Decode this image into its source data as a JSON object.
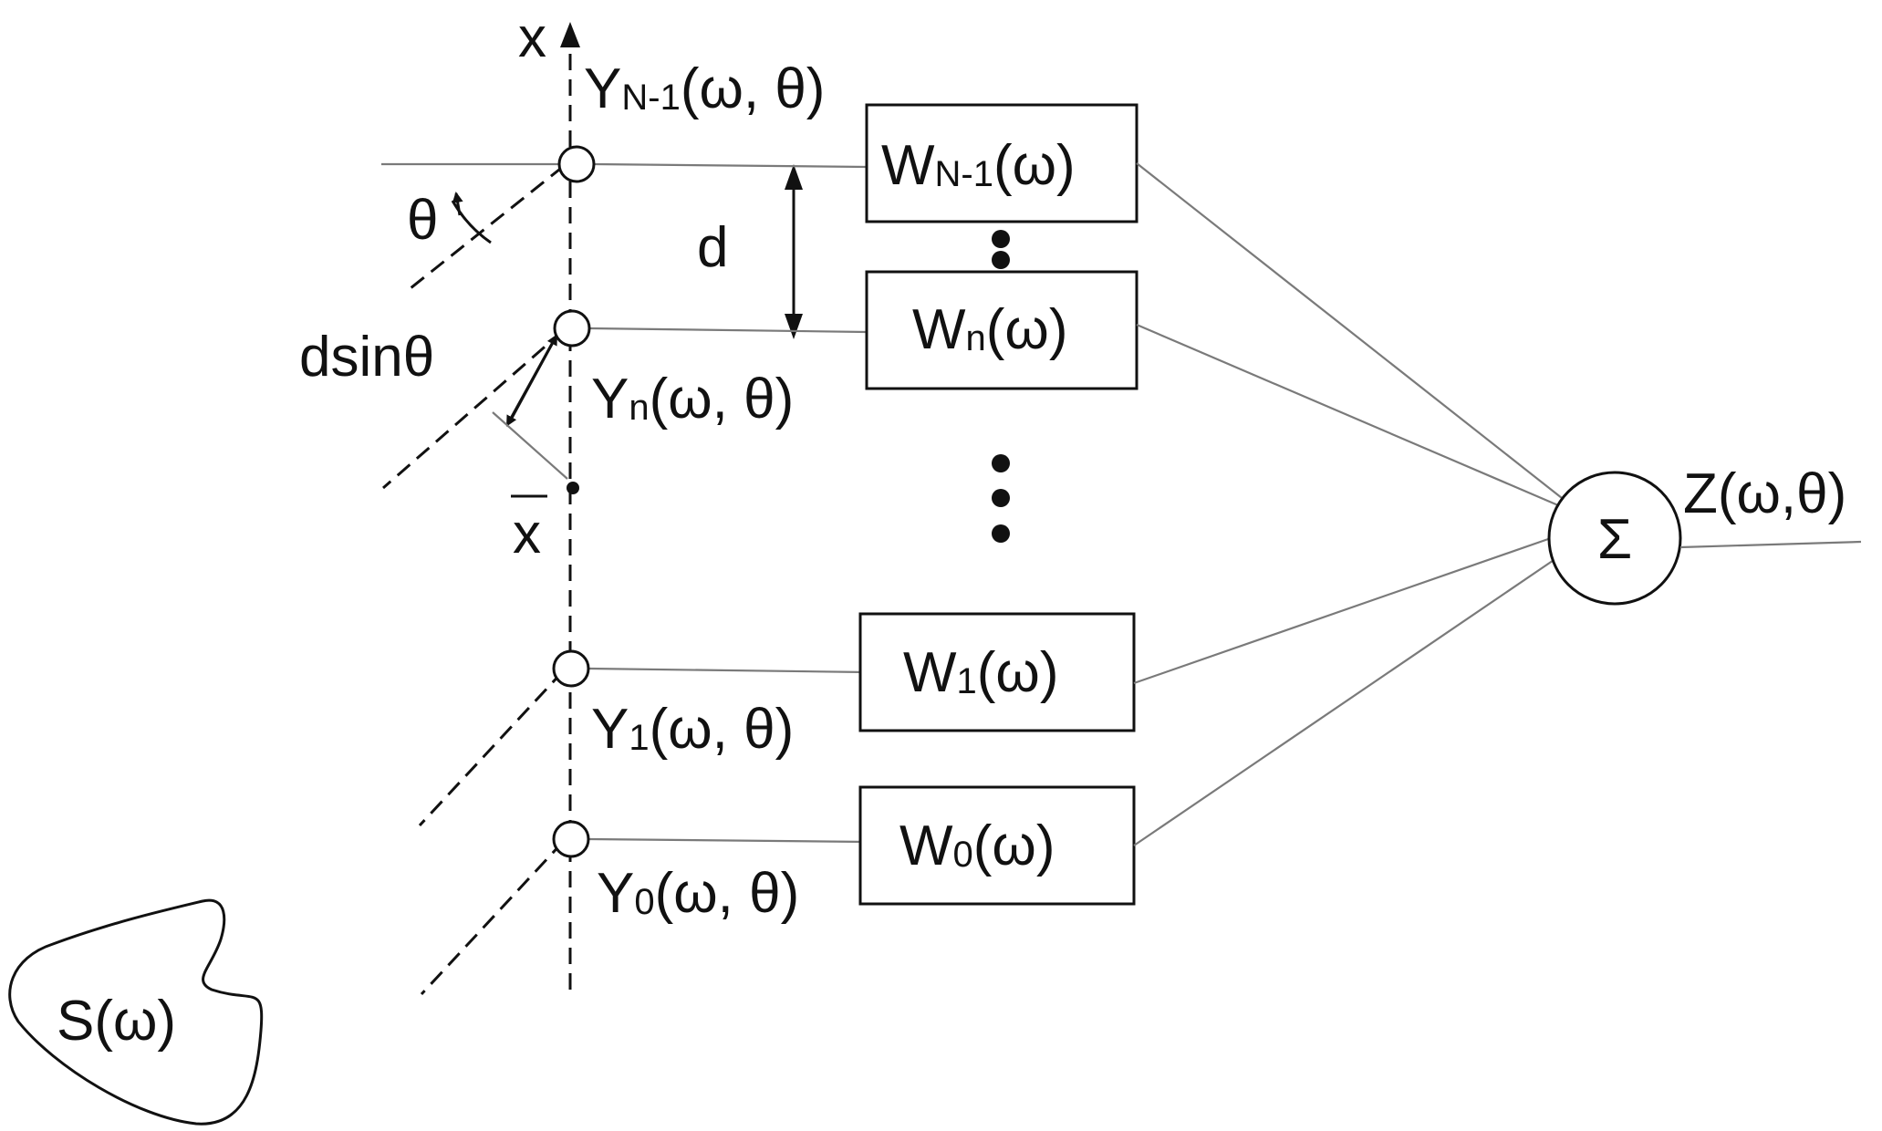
{
  "axis": {
    "top_label": "x",
    "center_label": "x"
  },
  "angle_label": "θ",
  "spacing_label": "d",
  "path_diff_label": "dsinθ",
  "source_label": "S(ω)",
  "sensors": [
    {
      "label_main": "Y",
      "label_sub": "N-1",
      "label_tail": "(ω, θ)"
    },
    {
      "label_main": "Y",
      "label_sub": "n",
      "label_tail": "(ω, θ)"
    },
    {
      "label_main": "Y",
      "label_sub": "1",
      "label_tail": "(ω, θ)"
    },
    {
      "label_main": "Y",
      "label_sub": "0",
      "label_tail": "(ω, θ)"
    }
  ],
  "filters": [
    {
      "label_main": "W",
      "label_sub": "N-1",
      "label_tail": "(ω)"
    },
    {
      "label_main": "W",
      "label_sub": "n",
      "label_tail": "(ω)"
    },
    {
      "label_main": "W",
      "label_sub": "1",
      "label_tail": "(ω)"
    },
    {
      "label_main": "W",
      "label_sub": "0",
      "label_tail": "(ω)"
    }
  ],
  "summer": {
    "symbol": "Σ"
  },
  "output_label": "Z(ω,θ)",
  "colors": {
    "ink": "#111111",
    "wire": "#7a7a7a",
    "background": "#ffffff"
  }
}
